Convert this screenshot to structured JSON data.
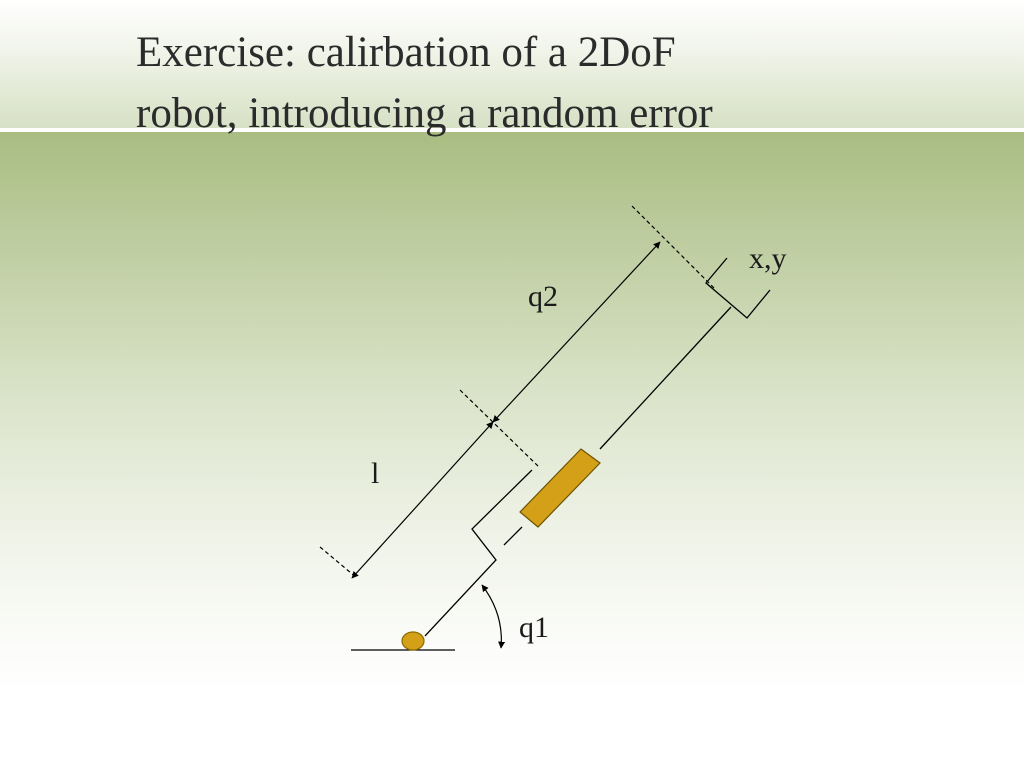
{
  "slide": {
    "title_line1": "Exercise: calirbation of a 2DoF",
    "title_line2": "robot, introducing a random error"
  },
  "diagram": {
    "labels": {
      "end_effector": "x,y",
      "prismatic_joint": "q2",
      "link_length": "l",
      "revolute_joint": "q1"
    },
    "colors": {
      "joint_fill": "#D4A017",
      "line": "#000000",
      "background_top": "#A9BD82"
    }
  }
}
